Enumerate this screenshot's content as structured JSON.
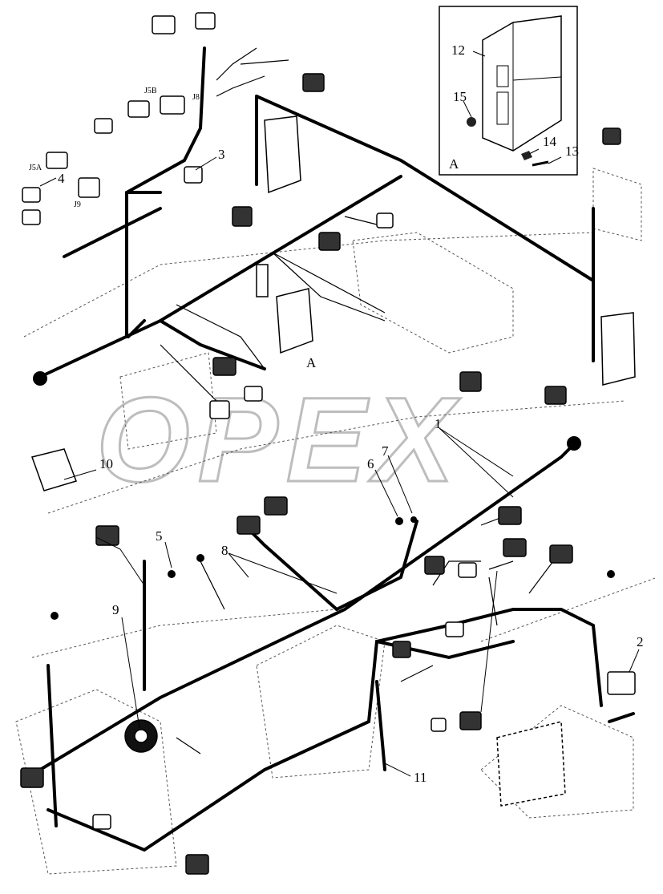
{
  "watermark": "OPEX",
  "callouts": {
    "c1": "1",
    "c2": "2",
    "c3": "3",
    "c4": "4",
    "c5": "5",
    "c6": "6",
    "c7": "7",
    "c8": "8",
    "c9": "9",
    "c10": "10",
    "c11": "11",
    "c12": "12",
    "c13": "13",
    "c14": "14",
    "c15": "15"
  },
  "detail": {
    "label": "A"
  },
  "detail_ref": "A",
  "connectors": {
    "j5a": "J5A",
    "j5b": "J5B",
    "j8": "J8",
    "j9": "J9"
  }
}
